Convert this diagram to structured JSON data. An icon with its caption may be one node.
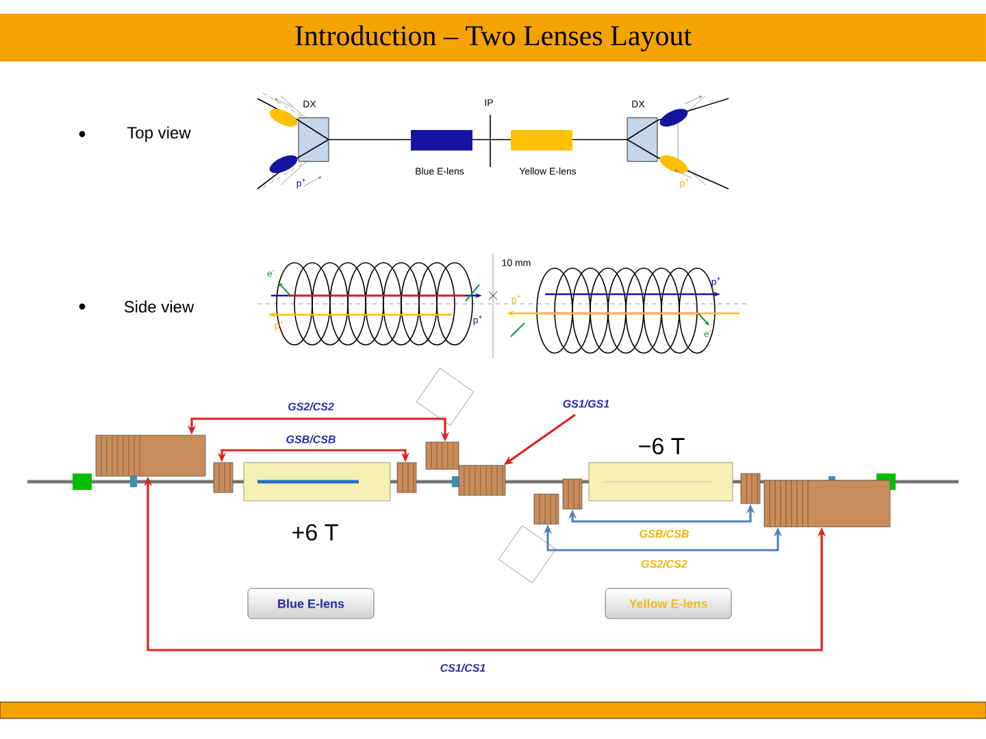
{
  "diagram": {
    "title": "Introduction – Two Lenses Layout",
    "nodes": [
      {
        "text": [
          "Blue E-lens"
        ]
      },
      {
        "text": [
          "Yellow E-lens"
        ]
      },
      {
        "text": [],
        "shape": "box"
      },
      {
        "text": [],
        "shape": "box"
      },
      {
        "text": [],
        "shape": "box"
      },
      {
        "text": [],
        "shape": "box"
      },
      {
        "text": [],
        "shape": "box"
      },
      {
        "text": [],
        "shape": "box"
      },
      {
        "text": [],
        "shape": "box"
      },
      {
        "text": [],
        "shape": "box"
      },
      {
        "text": [],
        "shape": "box"
      }
    ],
    "edges": [
      {
        "from": 2,
        "to": 5,
        "arrow": "both",
        "label": "GS2/CS2"
      },
      {
        "from": 3,
        "to": 4,
        "arrow": "both",
        "label": "GSB/CSB"
      },
      {
        "from": null,
        "to": 6,
        "arrow": "to",
        "label": "GS1/GS1"
      },
      {
        "from": 2,
        "to": 10,
        "arrow": "both",
        "label": "CS1/CS1"
      },
      {
        "from": 7,
        "to": 9,
        "arrow": "both",
        "label": "GSB/CSB",
        "color": "#4f81bd"
      },
      {
        "from": 8,
        "to": 10,
        "arrow": "both",
        "label": "GS2/CS2",
        "color": "#4f81bd"
      }
    ],
    "labels": [
      "Top view",
      "Side view",
      "DX",
      "IP",
      "DX",
      "p$^{+}$",
      "Blue E-lens",
      "Yellow E-lens",
      "p$^{+}$",
      "e$^{-}$",
      "10 mm",
      "p$^{+}$",
      "p$^{+}$",
      "p$^{+}$",
      "p$^{+}$",
      "e$^{-}$",
      "−6 T",
      "+6 T"
    ]
  }
}
